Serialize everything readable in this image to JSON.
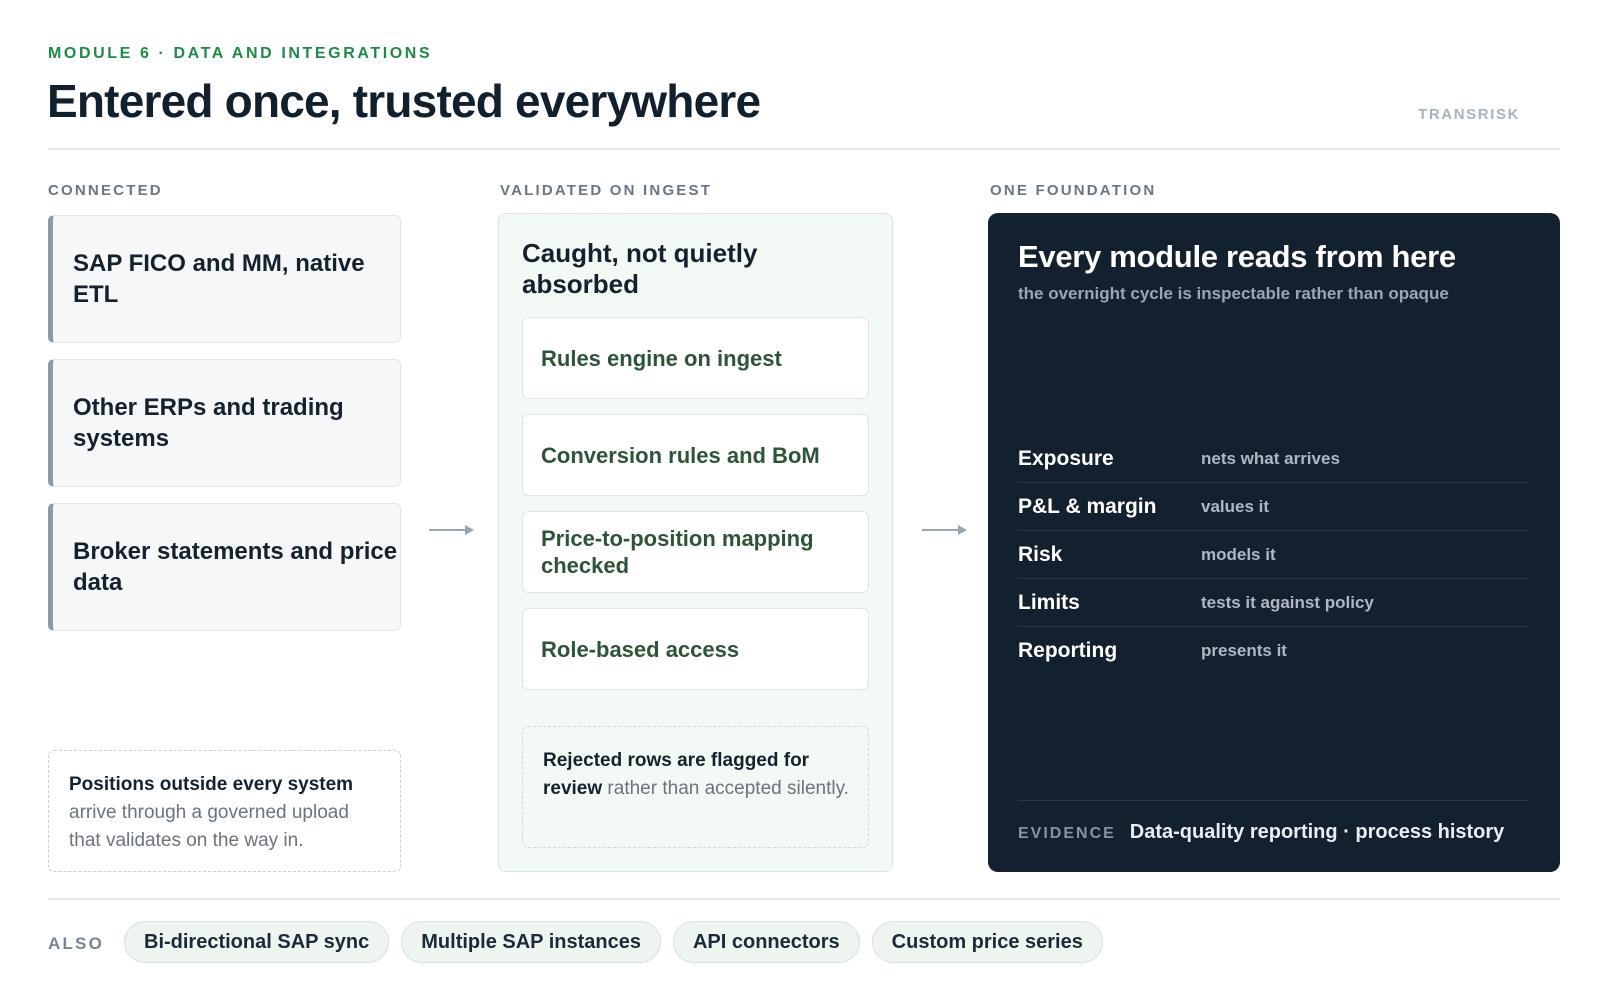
{
  "header": {
    "eyebrow": "MODULE 6 · DATA AND INTEGRATIONS",
    "title": "Entered once, trusted everywhere",
    "brand": "TRANSRISK"
  },
  "connected": {
    "label": "CONNECTED",
    "sources": [
      "SAP FICO and MM, native ETL",
      "Other ERPs and trading systems",
      "Broker statements and price data"
    ],
    "note_bold": "Positions outside every system",
    "note_rest": " arrive through a governed upload that validates on the way in."
  },
  "validated": {
    "label": "VALIDATED ON INGEST",
    "title": "Caught, not quietly absorbed",
    "checks": [
      "Rules engine on ingest",
      "Conversion rules and BoM",
      "Price-to-position mapping checked",
      "Role-based access"
    ],
    "note_bold": "Rejected rows are flagged for review",
    "note_rest": " rather than accepted silently."
  },
  "foundation": {
    "label": "ONE FOUNDATION",
    "title": "Every module reads from here",
    "subtitle": "the overnight cycle is inspectable rather than opaque",
    "modules": [
      {
        "name": "Exposure",
        "desc": "nets what arrives"
      },
      {
        "name": "P&L & margin",
        "desc": "values it"
      },
      {
        "name": "Risk",
        "desc": "models it"
      },
      {
        "name": "Limits",
        "desc": "tests it against policy"
      },
      {
        "name": "Reporting",
        "desc": "presents it"
      }
    ],
    "evidence_label": "EVIDENCE",
    "evidence_text": "Data-quality reporting · process history"
  },
  "also": {
    "label": "ALSO",
    "chips": [
      "Bi-directional SAP sync",
      "Multiple SAP instances",
      "API connectors",
      "Custom price series"
    ]
  },
  "colors": {
    "accent_green": "#1e8a45",
    "dark_panel": "#13202e",
    "check_text": "#2e5438"
  },
  "icons": [
    "arrow-right-icon",
    "arrow-right-icon"
  ]
}
